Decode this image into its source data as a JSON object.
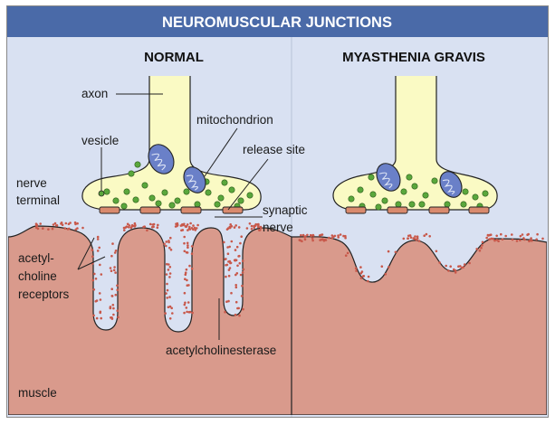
{
  "title": "NEUROMUSCULAR JUNCTIONS",
  "panels": {
    "normal": "NORMAL",
    "mg": "MYASTHENIA GRAVIS"
  },
  "labels": {
    "axon": "axon",
    "vesicle": "vesicle",
    "mitochondrion": "mitochondrion",
    "release_site": "release site",
    "nerve": "nerve",
    "terminal": "terminal",
    "synaptic": "synaptic",
    "nerve2": "nerve",
    "acetyl": "acetyl-",
    "choline": "choline",
    "receptors": "receptors",
    "acetylcholinesterase": "acetylcholinesterase",
    "muscle": "muscle"
  },
  "colors": {
    "title_bar": "#4a6aa8",
    "background": "#d9e1f2",
    "nerve_terminal": "#fafac4",
    "vesicle": "#5aa73c",
    "mitochondrion": "#6a80c8",
    "muscle": "#d99a8c",
    "receptor_dot": "#c8584a",
    "release_site": "#d98a6e"
  }
}
